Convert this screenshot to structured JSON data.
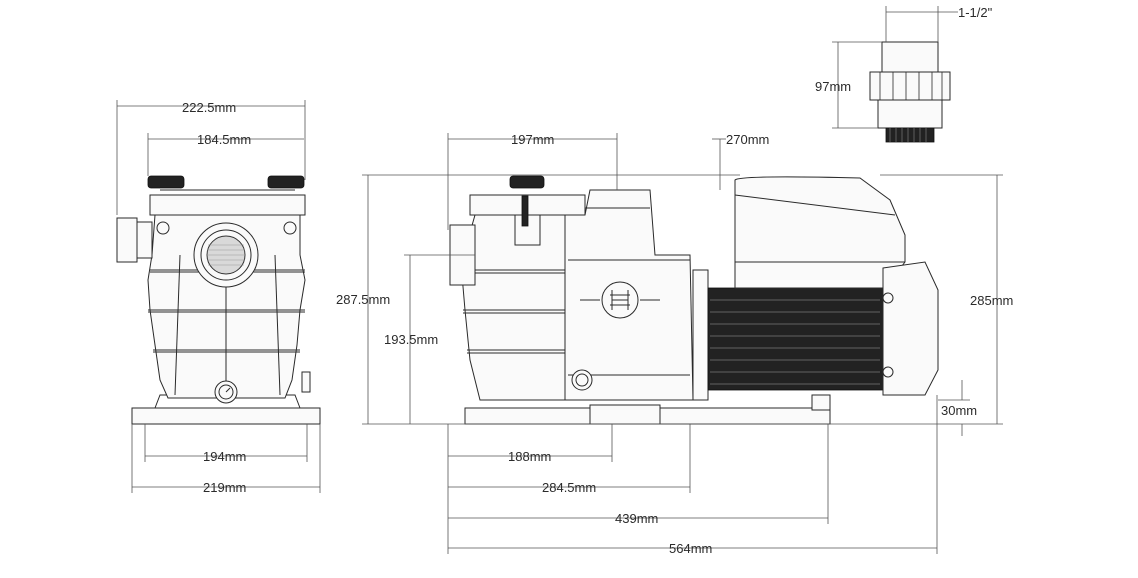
{
  "dimensions": {
    "front_overall_width": "222.5mm",
    "front_top_width": "184.5mm",
    "front_base_inner": "194mm",
    "front_base_outer": "219mm",
    "side_total_height": "287.5mm",
    "side_inlet_height": "193.5mm",
    "side_top_width": "197mm",
    "side_motor_start": "270mm",
    "side_base_188": "188mm",
    "side_284": "284.5mm",
    "side_439": "439mm",
    "side_564": "564mm",
    "side_285": "285mm",
    "side_30": "30mm",
    "union_height": "97mm",
    "union_size": "1-1/2\""
  },
  "colors": {
    "ink": "#2a2a2a",
    "dim": "#555555",
    "motor": "#111111"
  },
  "icons": [
    "pump-logo-icon",
    "pressure-gauge-icon"
  ]
}
